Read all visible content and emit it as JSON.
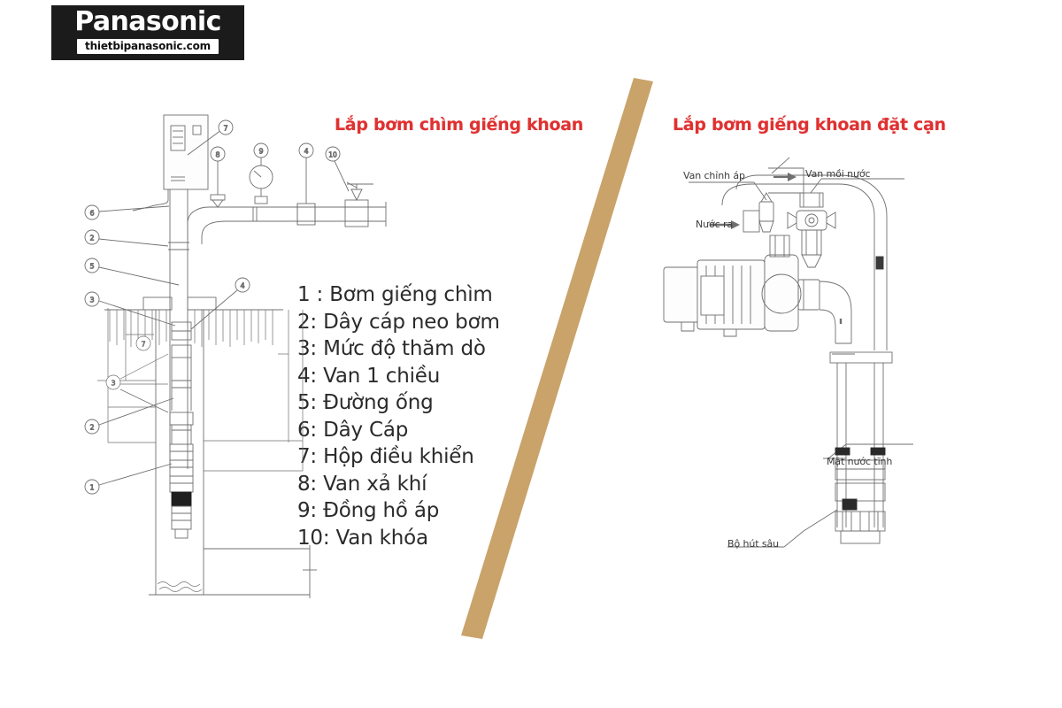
{
  "brand": {
    "logo_word": "Panasonic",
    "logo_domain": "thietbipanasonic.com"
  },
  "panels": {
    "left": {
      "title": "Lắp bơm chìm giếng khoan"
    },
    "right": {
      "title": "Lắp bơm giếng khoan đặt cạn",
      "annotations": {
        "pressure_valve": "Van chỉnh áp",
        "priming_valve": "Van mồi nước",
        "water_out": "Nước ra",
        "static_water_level": "Mặt nước tĩnh",
        "deep_well_jet": "Bộ hút sâu"
      }
    }
  },
  "legend": {
    "items": [
      "1 : Bơm giếng chìm",
      "2: Dây cáp neo bơm",
      "3: Mức độ thăm dò",
      "4: Van 1 chiều",
      "5: Đường ống",
      "6: Dây Cáp",
      "7: Hộp điều khiển",
      "8: Van xả khí",
      "9: Đồng hồ áp",
      "10: Van khóa"
    ]
  },
  "callouts": {
    "left_diagram": [
      "1",
      "2",
      "3",
      "4",
      "5",
      "6",
      "7",
      "8",
      "9",
      "10"
    ]
  },
  "colors": {
    "title_red": "#e03131",
    "divider_tan": "#c9a36a",
    "logo_black": "#1b1b1b",
    "line_gray": "#6b6b6b",
    "background": "#ffffff"
  }
}
